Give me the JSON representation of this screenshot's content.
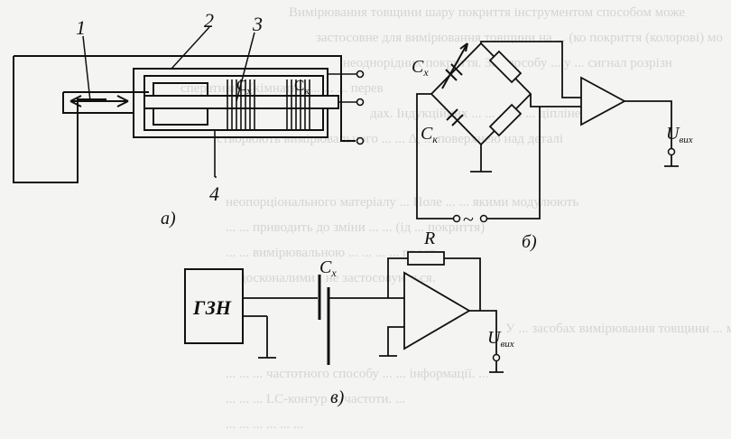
{
  "figure_a": {
    "label": "а)",
    "callouts": [
      "1",
      "2",
      "3",
      "4"
    ],
    "cap_labels": {
      "cx": "C",
      "cx_sub": "x",
      "ck": "C",
      "ck_sub": "к"
    }
  },
  "figure_b": {
    "label": "б)",
    "cx": "C",
    "cx_sub": "x",
    "ck": "C",
    "ck_sub": "к",
    "source_symbol": "~",
    "output": "U",
    "output_sub": "вих"
  },
  "figure_c": {
    "label": "в)",
    "generator": "ГЗН",
    "resistor": "R",
    "cx": "C",
    "cx_sub": "x",
    "output": "U",
    "output_sub": "вих"
  },
  "background_text": [
    "Вимірювання товщини шару покриття інструментом способом може",
    "застосовне для вимірювання товщини на ... (ко покриття (колорові) мо",
    "неоднорідних покриття. За способу ... у ... сигнал розрізн",
    "сперативно (кімнатні) ... ... ... перев",
    "дах. Індукційних ... ... ... ... ... діпліненк",
    "створюють вимірювального ... ... Δ, ... поверхнею над деталі",
    "неопорціонального матеріалу ... Поле ... ... якими модулюють",
    "... ... приводить до зміни ... ... (ід ... покриття)",
    "... ... вимірювальною ... ... ... ... прост",
    "... досконалими і не застосовуються.",
    "У ... засобах вимірювання товщини ... методом ...",
    "... ... ... частотного способу ... ... інформації. ...",
    "... ... ... LC-контур ... частоти. ...",
    "... ... ... ... ... ..."
  ]
}
